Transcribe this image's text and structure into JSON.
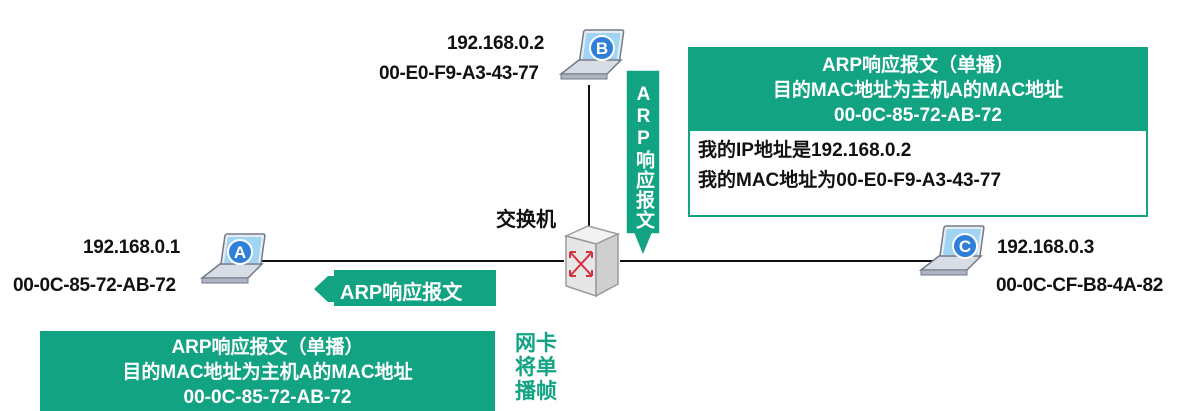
{
  "switch": {
    "label": "交换机"
  },
  "host_a": {
    "badge": "A",
    "ip": "192.168.0.1",
    "mac": "00-0C-85-72-AB-72"
  },
  "host_b": {
    "badge": "B",
    "ip": "192.168.0.2",
    "mac": "00-E0-F9-A3-43-77"
  },
  "host_c": {
    "badge": "C",
    "ip": "192.168.0.3",
    "mac": "00-0C-CF-B8-4A-82"
  },
  "vertical_arrow_label": "ARP响应报文",
  "horizontal_arrow_label": "ARP响应报文",
  "top_panel": {
    "line1": "ARP响应报文（单播）",
    "line2": "目的MAC地址为主机A的MAC地址",
    "line3": "00-0C-85-72-AB-72",
    "body1": "我的IP地址是192.168.0.2",
    "body2": "我的MAC地址为00-E0-F9-A3-43-77"
  },
  "bottom_panel": {
    "line1": "ARP响应报文（单播）",
    "line2": "目的MAC地址为主机A的MAC地址",
    "line3": "00-0C-85-72-AB-72"
  },
  "side_note": "网卡将单播帧",
  "colors": {
    "teal": "#12a383",
    "badge_blue": "#2f7fd8",
    "switch_red": "#d8313a"
  }
}
